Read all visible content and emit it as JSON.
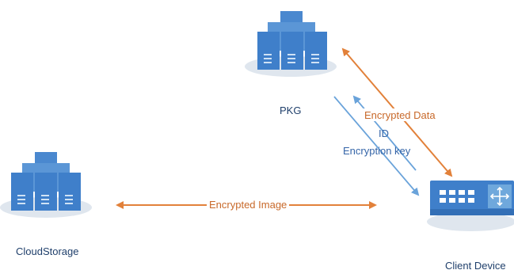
{
  "nodes": {
    "pkg": {
      "label": "PKG"
    },
    "cloud_storage": {
      "label": "CloudStorage"
    },
    "client_device": {
      "label": "Client Device"
    }
  },
  "edges": {
    "encrypted_data": {
      "label": "Encrypted Data"
    },
    "id": {
      "label": "ID"
    },
    "encryption_key": {
      "label": "Encryption key"
    },
    "encrypted_image": {
      "label": "Encrypted Image"
    }
  },
  "colors": {
    "server_blue": "#3f7fca",
    "server_light": "#6fa8dc",
    "server_shadow": "#dfe6ee",
    "orange_arrow": "#e2813a",
    "blue_arrow": "#6aa3da",
    "label_dark": "#1f3f6b",
    "label_orange": "#c8692a",
    "label_blue": "#3565a8"
  }
}
